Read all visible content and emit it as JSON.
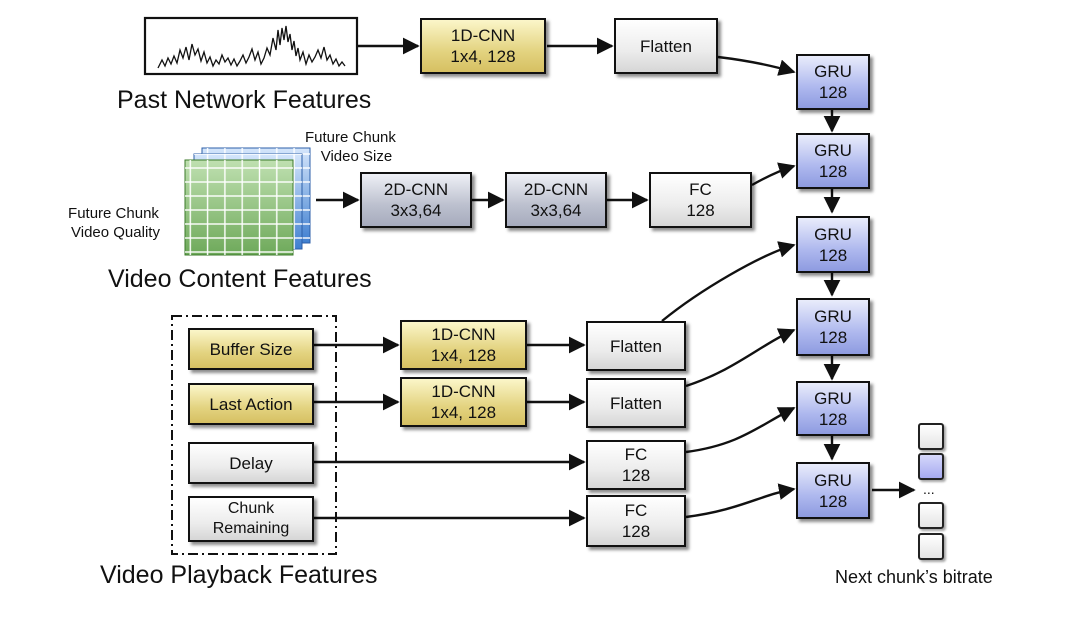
{
  "titles": {
    "past_network": "Past Network Features",
    "video_content": "Video Content Features",
    "video_playback": "Video Playback Features",
    "next_bitrate": "Next chunk’s bitrate"
  },
  "labels": {
    "future_size_line1": "Future Chunk",
    "future_size_line2": "Video Size",
    "future_quality_line1": "Future Chunk",
    "future_quality_line2": "Video Quality",
    "ellipsis": "..."
  },
  "network_branch": {
    "cnn": [
      "1D-CNN",
      "1x4, 128"
    ],
    "flatten": "Flatten"
  },
  "content_branch": {
    "cnn_a": [
      "2D-CNN",
      "3x3,64"
    ],
    "cnn_b": [
      "2D-CNN",
      "3x3,64"
    ],
    "fc": [
      "FC",
      "128"
    ]
  },
  "playback_inputs": {
    "buffer": "Buffer Size",
    "last_action": "Last Action",
    "delay": "Delay",
    "chunk_remaining": [
      "Chunk",
      "Remaining"
    ]
  },
  "playback_layers": {
    "buffer_cnn": [
      "1D-CNN",
      "1x4, 128"
    ],
    "action_cnn": [
      "1D-CNN",
      "1x4, 128"
    ],
    "buffer_flatten": "Flatten",
    "action_flatten": "Flatten",
    "delay_fc": [
      "FC",
      "128"
    ],
    "remaining_fc": [
      "FC",
      "128"
    ]
  },
  "gru_stack": [
    [
      "GRU",
      "128"
    ],
    [
      "GRU",
      "128"
    ],
    [
      "GRU",
      "128"
    ],
    [
      "GRU",
      "128"
    ],
    [
      "GRU",
      "128"
    ],
    [
      "GRU",
      "128"
    ]
  ],
  "colors": {
    "cnn_1d": "#e3d380",
    "cnn_2d": "#bcc0ce",
    "gru": "#aeb8ee",
    "neutral": "#ececec",
    "grid_green": "#6ea95a",
    "grid_blue": "#3f7fd0",
    "selected_bitrate": "#a6aaf0"
  },
  "output_cells": {
    "count": 4,
    "selected_index": 1
  }
}
